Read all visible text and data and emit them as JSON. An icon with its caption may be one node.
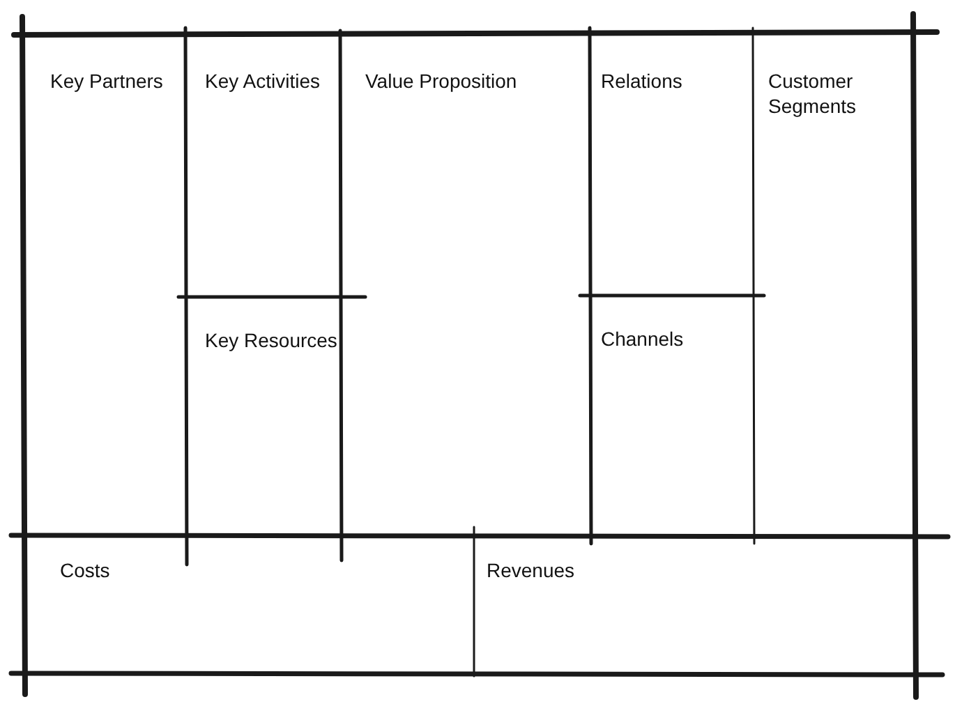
{
  "diagram": {
    "nodes": [
      {
        "text": [
          "Key Partners"
        ]
      },
      {
        "text": [
          "Key Activities"
        ]
      },
      {
        "text": [
          "Key Resources"
        ]
      },
      {
        "text": [
          "Value Proposition"
        ]
      },
      {
        "text": [
          "Relations"
        ]
      },
      {
        "text": [
          "Channels"
        ]
      },
      {
        "text": [
          "Customer Segments"
        ]
      },
      {
        "text": [
          "Costs"
        ]
      },
      {
        "text": [
          "Revenues"
        ]
      }
    ]
  }
}
